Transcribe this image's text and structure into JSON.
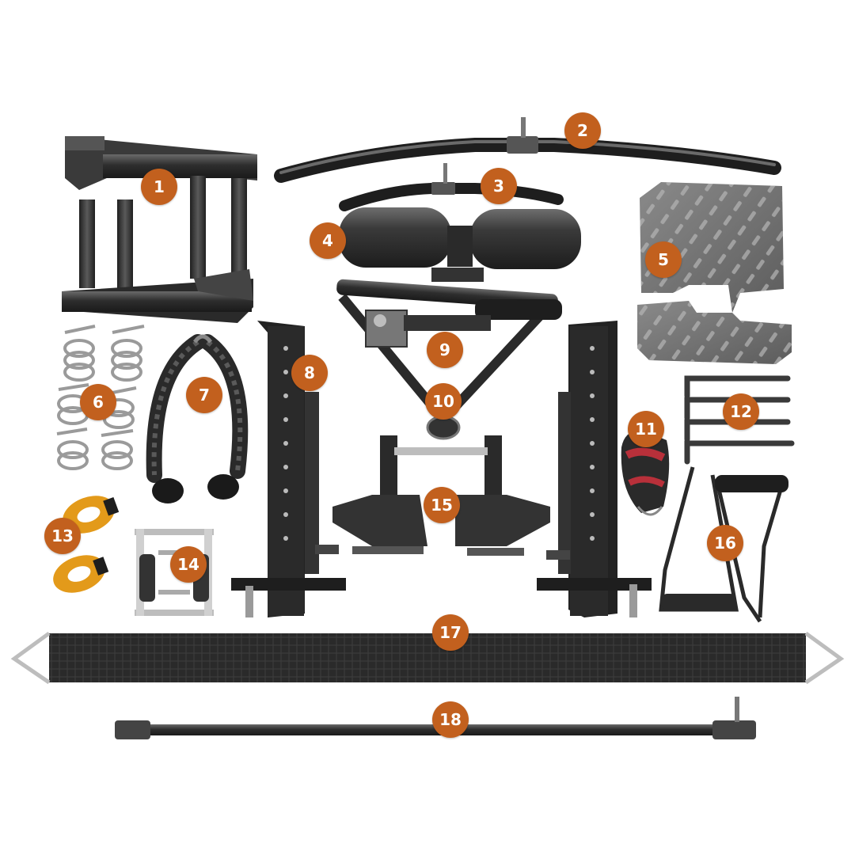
{
  "colors": {
    "badge": "#c2601e",
    "badge_text": "#ffffff",
    "metal_dark": "#2b2b2b",
    "metal_mid": "#4a4a4a",
    "metal_light": "#9a9a9a",
    "chrome": "#c8c8c8",
    "gold": "#e39a1a",
    "strap_red": "#b8303a",
    "background": "#ffffff"
  },
  "badges": [
    {
      "label": "1"
    },
    {
      "label": "2"
    },
    {
      "label": "3"
    },
    {
      "label": "4"
    },
    {
      "label": "5"
    },
    {
      "label": "6"
    },
    {
      "label": "7"
    },
    {
      "label": "8"
    },
    {
      "label": "9"
    },
    {
      "label": "10"
    },
    {
      "label": "11"
    },
    {
      "label": "12"
    },
    {
      "label": "13"
    },
    {
      "label": "14"
    },
    {
      "label": "15"
    },
    {
      "label": "16"
    },
    {
      "label": "17"
    },
    {
      "label": "18"
    }
  ]
}
